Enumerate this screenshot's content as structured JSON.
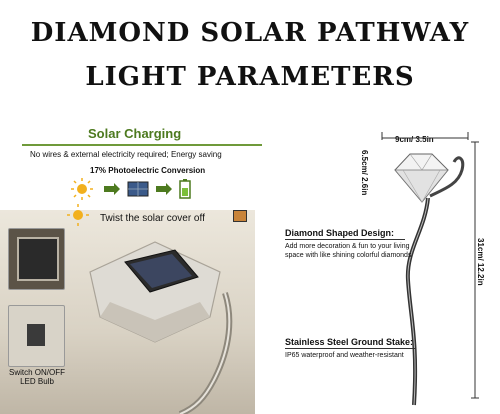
{
  "header": {
    "line1": "DIAMOND SOLAR PATHWAY",
    "line2": "LIGHT PARAMETERS"
  },
  "solar": {
    "title": "Solar Charging",
    "subtitle": "No wires & external electricity required; Energy saving",
    "conversion": "17% Photoelectric Conversion",
    "twist": "Twist the solar cover off"
  },
  "switch_label": {
    "line1": "Switch ON/OFF",
    "line2": "LED Bulb"
  },
  "dimensions": {
    "width": "9cm/ 3.5in",
    "height_top": "6.5cm/ 2.6in",
    "height_total": "31cm/ 12.2in"
  },
  "diamond": {
    "title": "Diamond Shaped Design:",
    "line1": "Add more decoration & fun to your living",
    "line2": "space with like shining colorful diamonds"
  },
  "stake": {
    "title": "Stainless Steel Ground Stake:",
    "line1": "IP65 waterproof and weather-resistant"
  },
  "colors": {
    "accent": "#4d7a1f",
    "text": "#111111"
  }
}
